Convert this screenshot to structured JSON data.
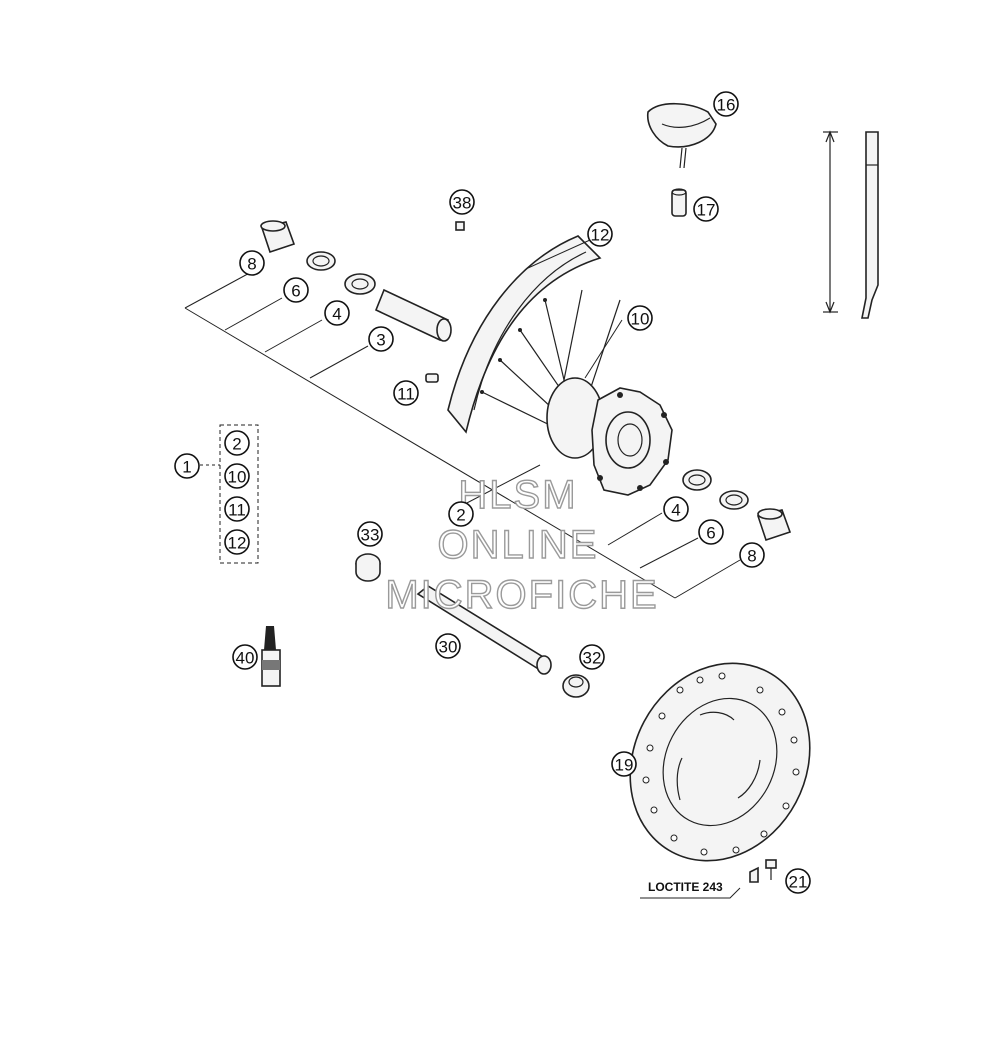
{
  "callouts": [
    {
      "id": "c16",
      "label": "16"
    },
    {
      "id": "c17",
      "label": "17"
    },
    {
      "id": "c38",
      "label": "38"
    },
    {
      "id": "c12a",
      "label": "12"
    },
    {
      "id": "c8a",
      "label": "8"
    },
    {
      "id": "c6a",
      "label": "6"
    },
    {
      "id": "c4a",
      "label": "4"
    },
    {
      "id": "c3",
      "label": "3"
    },
    {
      "id": "c10a",
      "label": "10"
    },
    {
      "id": "c11a",
      "label": "11"
    },
    {
      "id": "c1",
      "label": "1"
    },
    {
      "id": "g2",
      "label": "2"
    },
    {
      "id": "g10",
      "label": "10"
    },
    {
      "id": "g11",
      "label": "11"
    },
    {
      "id": "g12",
      "label": "12"
    },
    {
      "id": "c2",
      "label": "2"
    },
    {
      "id": "c4b",
      "label": "4"
    },
    {
      "id": "c6b",
      "label": "6"
    },
    {
      "id": "c8b",
      "label": "8"
    },
    {
      "id": "c33",
      "label": "33"
    },
    {
      "id": "c40",
      "label": "40"
    },
    {
      "id": "c30",
      "label": "30"
    },
    {
      "id": "c32",
      "label": "32"
    },
    {
      "id": "c19",
      "label": "19"
    },
    {
      "id": "c21",
      "label": "21"
    }
  ],
  "note": {
    "loctite": "LOCTITE 243"
  },
  "watermark": {
    "line1": "HLSM",
    "line2": "ONLINE",
    "line3": "MICROFICHE"
  }
}
